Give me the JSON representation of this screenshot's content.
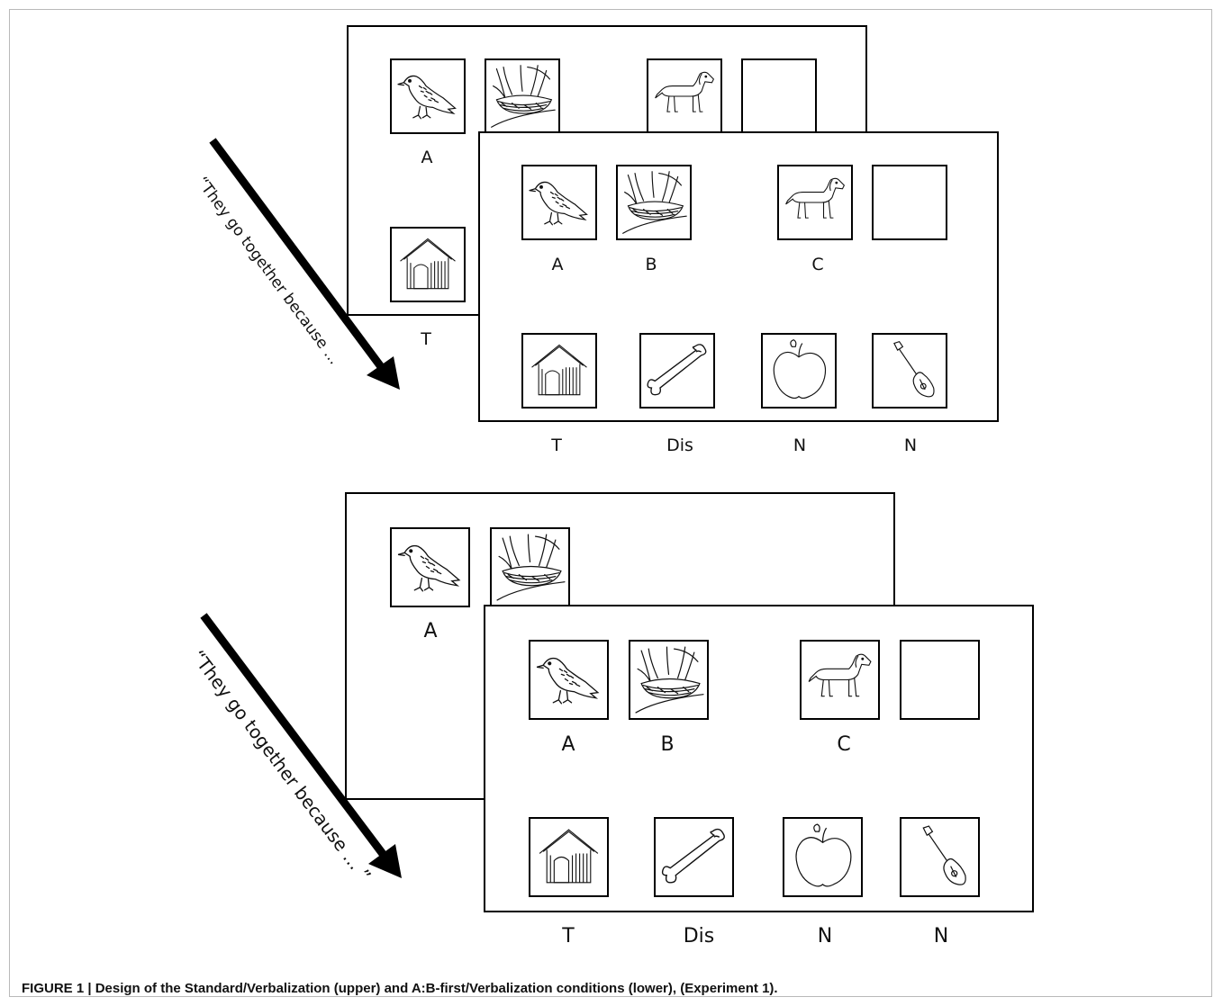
{
  "figure": {
    "caption": "FIGURE 1 | Design of the Standard/Verbalization (upper) and A:B-first/Verbalization conditions (lower), (Experiment 1)."
  },
  "upper": {
    "quote": "“They go together because ...",
    "back_labels": {
      "a": "A",
      "t": "T"
    },
    "front_labels": {
      "a": "A",
      "b": "B",
      "c": "C",
      "t": "T",
      "dis": "Dis",
      "n1": "N",
      "n2": "N"
    }
  },
  "lower": {
    "quote": "“They go together because ... ”",
    "back_labels": {
      "a": "A"
    },
    "front_labels": {
      "a": "A",
      "b": "B",
      "c": "C",
      "t": "T",
      "dis": "Dis",
      "n1": "N",
      "n2": "N"
    }
  },
  "icons": [
    "bird-icon",
    "nest-icon",
    "dog-icon",
    "doghouse-icon",
    "bone-icon",
    "apple-icon",
    "guitar-icon",
    "blank-card"
  ]
}
